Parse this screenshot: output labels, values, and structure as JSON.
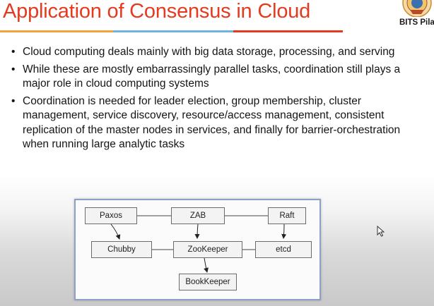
{
  "slide": {
    "title": "Application of Consensus in Cloud",
    "logo_text": "BITS Pila",
    "title_rule_colors": [
      "#f2a33a",
      "#6fb4e0",
      "#e53a1f"
    ],
    "title_color": "#e53a1f"
  },
  "bullets": [
    {
      "text": "Cloud computing deals mainly with big data storage, processing, and serving"
    },
    {
      "text": "While these are mostly embarrassingly parallel tasks, coordination still plays a major role in cloud computing systems"
    },
    {
      "text": "Coordination is needed for leader election, group membership, cluster management, service discovery, resource/access management, consistent replication of the master nodes in services, and finally for barrier-orchestration when running large analytic tasks"
    }
  ],
  "bullet_glyph": "•",
  "diagram": {
    "nodes": {
      "paxos": "Paxos",
      "zab": "ZAB",
      "raft": "Raft",
      "chubby": "Chubby",
      "zookeeper": "ZooKeeper",
      "etcd": "etcd",
      "bookkeeper": "BookKeeper"
    }
  },
  "icons": {
    "cursor": "mouse-pointer-icon",
    "logo": "bits-pilani-logo-icon"
  }
}
